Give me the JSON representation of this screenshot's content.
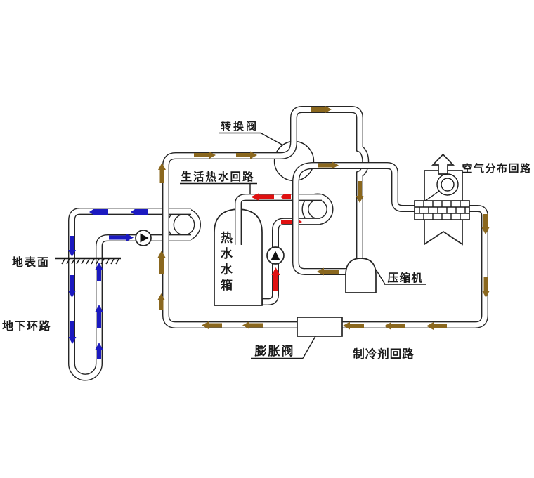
{
  "diagram": {
    "subject": "ground-source heat pump system schematic",
    "loops": {
      "ground_loop_color_note": "blue dashes = ground water loop flow",
      "refrigerant_loop_color_note": "brown arrows = refrigerant flow",
      "dhw_loop_color_note": "red arrows = domestic hot water flow"
    }
  },
  "labels": {
    "reversing_valve": {
      "text": "转换阀"
    },
    "dhw_loop": {
      "text": "生活热水回路"
    },
    "air_loop": {
      "text": "空气分布回路"
    },
    "compressor": {
      "text": "压缩机"
    },
    "expansion_valve": {
      "text": "膨胀阀"
    },
    "refrigerant_loop": {
      "text": "制冷剂回路"
    },
    "ground_surface": {
      "text": "地表面"
    },
    "underground_loop": {
      "text": "地下环路"
    },
    "tank": {
      "chars": [
        "热",
        "水",
        "水",
        "箱"
      ]
    }
  },
  "colors": {
    "pipe_outline": "#262626",
    "refrigerant_arrow": "#8a671e",
    "ground_loop_arrow": "#1b19c0",
    "hot_water_arrow": "#e01111",
    "pump_triangle": "#111111",
    "background": "#ffffff"
  }
}
